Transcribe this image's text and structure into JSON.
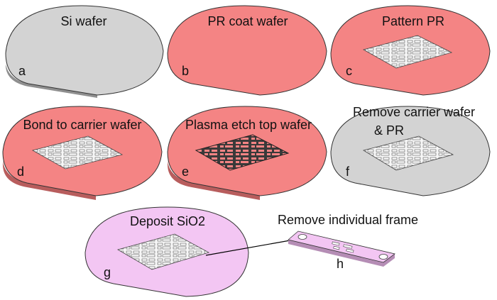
{
  "colors": {
    "si": "#d3d3d3",
    "si_edge": "#8f8f8f",
    "pr": "#f48484",
    "pr_edge": "#b85d5d",
    "sio2": "#f3c6f3",
    "sio2_edge": "#b58db5",
    "outline": "#333333"
  },
  "panels": [
    {
      "id": "a",
      "title": "Si wafer",
      "letter": "a",
      "fill": "si",
      "pattern": "none"
    },
    {
      "id": "b",
      "title": "PR coat wafer",
      "letter": "b",
      "fill": "pr",
      "pattern": "none"
    },
    {
      "id": "c",
      "title": "Pattern PR",
      "letter": "c",
      "fill": "pr",
      "pattern": "light"
    },
    {
      "id": "d",
      "title": "Bond to carrier wafer",
      "letter": "d",
      "fill": "pr",
      "pattern": "light"
    },
    {
      "id": "e",
      "title": "Plasma etch top wafer",
      "letter": "e",
      "fill": "pr",
      "pattern": "dark"
    },
    {
      "id": "f",
      "title": "Remove carrier wafer",
      "title2": "& PR",
      "letter": "f",
      "fill": "si",
      "pattern": "light"
    },
    {
      "id": "g",
      "title": "Deposit SiO2",
      "letter": "g",
      "fill": "sio2",
      "pattern": "light"
    }
  ],
  "frame_step": {
    "title": "Remove individual frame",
    "letter": "h"
  }
}
